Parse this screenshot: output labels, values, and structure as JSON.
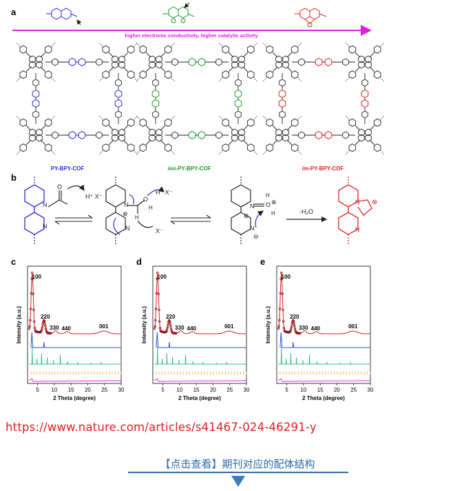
{
  "panels": {
    "a": {
      "letter": "a",
      "arrow_label": "higher electronic conductivity, higher catalytic activity",
      "structures": [
        {
          "name": "PY-BPY-COF",
          "color": "#2a2ad0"
        },
        {
          "name_italic": "ion",
          "name_rest": "-PY-BPY-COF",
          "color": "#1e9a2a"
        },
        {
          "name_italic": "im",
          "name_rest": "-PY-BPY-COF",
          "color": "#e02222"
        }
      ]
    },
    "b": {
      "letter": "b",
      "reagent_1": "H⁺ X⁻",
      "reagent_2": "H⁺ X⁻",
      "counter_ion": "X⁻",
      "step_label": "-H₂O",
      "charge": "⊕",
      "charge_neg": "⊖"
    },
    "xrd": [
      {
        "letter": "c",
        "peaks": [
          "100",
          "220",
          "330",
          "440",
          "001"
        ],
        "ylabel": "Intensity (a.u.)",
        "xlabel": "2 Theta (degree)",
        "xticks": [
          "5",
          "10",
          "15",
          "20",
          "25",
          "30"
        ]
      },
      {
        "letter": "d",
        "peaks": [
          "100",
          "220",
          "330",
          "440",
          "001"
        ],
        "ylabel": "Intensity (a.u.)",
        "xlabel": "2 Theta (degree)",
        "xticks": [
          "5",
          "10",
          "15",
          "20",
          "25",
          "30"
        ]
      },
      {
        "letter": "e",
        "peaks": [
          "100",
          "220",
          "330",
          "440",
          "001"
        ],
        "ylabel": "Intensity (a.u.)",
        "xlabel": "2 Theta (degree)",
        "xticks": [
          "5",
          "10",
          "15",
          "20",
          "25",
          "30"
        ]
      }
    ]
  },
  "chart_data": [
    {
      "type": "line",
      "panel": "c",
      "xlabel": "2 Theta (degree)",
      "ylabel": "Intensity (a.u.)",
      "xlim": [
        2,
        30
      ],
      "peak_labels": [
        {
          "label": "100",
          "x": 3.4
        },
        {
          "label": "220",
          "x": 6.9
        },
        {
          "label": "330",
          "x": 10.4
        },
        {
          "label": "440",
          "x": 13.8
        },
        {
          "label": "001",
          "x": 24.8
        }
      ]
    },
    {
      "type": "line",
      "panel": "d",
      "xlabel": "2 Theta (degree)",
      "ylabel": "Intensity (a.u.)",
      "xlim": [
        2,
        30
      ],
      "peak_labels": [
        {
          "label": "100",
          "x": 3.4
        },
        {
          "label": "220",
          "x": 6.9
        },
        {
          "label": "330",
          "x": 10.4
        },
        {
          "label": "440",
          "x": 13.8
        },
        {
          "label": "001",
          "x": 24.8
        }
      ]
    },
    {
      "type": "line",
      "panel": "e",
      "xlabel": "2 Theta (degree)",
      "ylabel": "Intensity (a.u.)",
      "xlim": [
        2,
        30
      ],
      "peak_labels": [
        {
          "label": "100",
          "x": 3.4
        },
        {
          "label": "220",
          "x": 6.9
        },
        {
          "label": "330",
          "x": 10.4
        },
        {
          "label": "440",
          "x": 13.8
        },
        {
          "label": "001",
          "x": 24.8
        }
      ]
    }
  ],
  "source_url": "https://www.nature.com/articles/s41467-024-46291-y",
  "cta": "【点击查看】期刊对应的配体结构",
  "colors": {
    "blue": "#2a2ad0",
    "green": "#1e9a2a",
    "red": "#e02222",
    "magenta": "#e020e0",
    "orange": "#f0a020",
    "teal": "#30c080",
    "link": "#2a6aa8"
  }
}
